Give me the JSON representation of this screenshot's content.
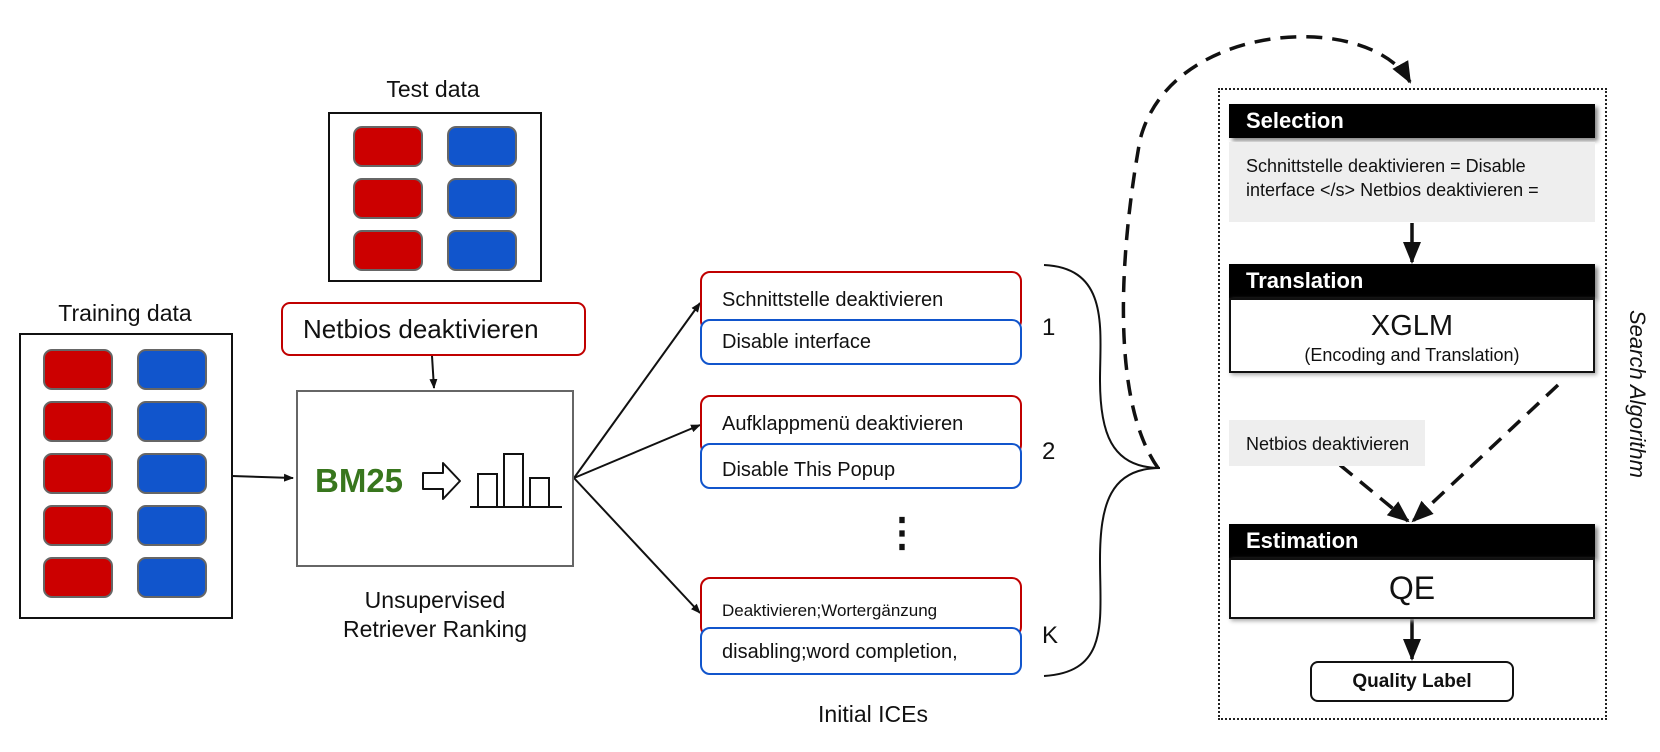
{
  "training": {
    "title": "Training data",
    "rows": 5
  },
  "test": {
    "title": "Test data",
    "rows": 3
  },
  "query": {
    "text": "Netbios deaktivieren"
  },
  "retriever": {
    "method": "BM25",
    "caption_line1": "Unsupervised",
    "caption_line2": "Retriever Ranking"
  },
  "ices": {
    "caption": "Initial ICEs",
    "ellipsis": "⋮",
    "items": [
      {
        "source": "Schnittstelle deaktivieren",
        "target": "Disable interface",
        "rank": "1"
      },
      {
        "source": "Aufklappmenü deaktivieren",
        "target": "Disable This Popup",
        "rank": "2"
      },
      {
        "source": "Deaktivieren;Wortergänzung",
        "target": "disabling;word completion,",
        "rank": "K"
      }
    ]
  },
  "search": {
    "title": "Search Algorithm",
    "selection": {
      "header": "Selection",
      "line1": "Schnittstelle deaktivieren = Disable",
      "line2": "interface </s> Netbios deaktivieren ="
    },
    "translation": {
      "header": "Translation",
      "model": "XGLM",
      "note": "(Encoding and Translation)"
    },
    "source_input": "Netbios deaktivieren",
    "estimation": {
      "header": "Estimation",
      "metric": "QE"
    },
    "output": "Quality Label"
  },
  "colors": {
    "source": "#cc0000",
    "target": "#1155cc",
    "bm25": "#38761d"
  }
}
